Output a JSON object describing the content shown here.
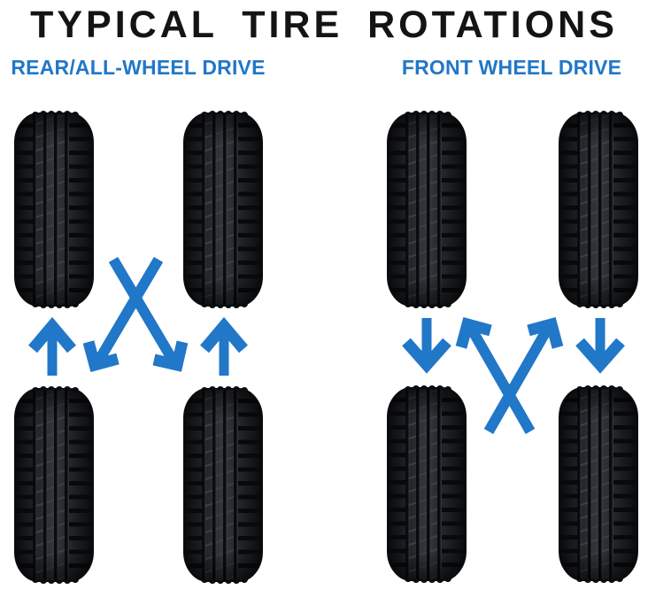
{
  "title": "TYPICAL TIRE ROTATIONS",
  "colors": {
    "accent": "#2177C8",
    "title": "#141414",
    "background": "#FFFFFF",
    "tire_dark": "#16181B"
  },
  "sections": [
    {
      "label": "REAR/ALL-WHEEL DRIVE",
      "pattern": "rearward cross: rear tires move straight forward, front tires cross to opposite rear corners",
      "tires": [
        "front-left-tire",
        "front-right-tire",
        "rear-left-tire",
        "rear-right-tire"
      ],
      "arrows": [
        {
          "name": "rear-left-to-front-left",
          "direction": "up"
        },
        {
          "name": "front-right-to-rear-left",
          "direction": "diagonal-down-left"
        },
        {
          "name": "front-left-to-rear-right",
          "direction": "diagonal-down-right"
        },
        {
          "name": "rear-right-to-front-right",
          "direction": "up"
        }
      ]
    },
    {
      "label": "FRONT WHEEL DRIVE",
      "pattern": "forward cross: front tires move straight back, rear tires cross to opposite front corners",
      "tires": [
        "front-left-tire",
        "front-right-tire",
        "rear-left-tire",
        "rear-right-tire"
      ],
      "arrows": [
        {
          "name": "front-left-to-rear-left",
          "direction": "down"
        },
        {
          "name": "rear-right-to-front-left",
          "direction": "diagonal-up-left"
        },
        {
          "name": "rear-left-to-front-right",
          "direction": "diagonal-up-right"
        },
        {
          "name": "front-right-to-rear-right",
          "direction": "down"
        }
      ]
    }
  ]
}
